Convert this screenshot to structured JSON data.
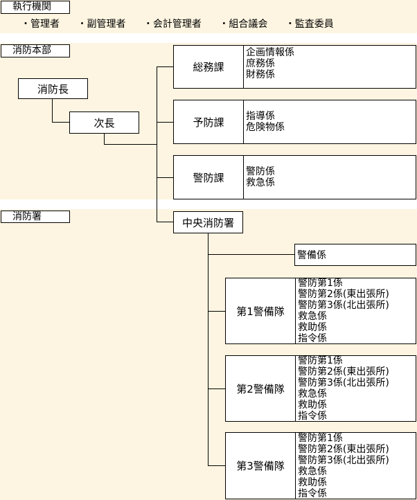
{
  "exec": {
    "title": "執行機関",
    "members": [
      "・管理者",
      "・副管理者",
      "・会計管理者",
      "・組合議会",
      "・監査委員"
    ]
  },
  "hq": {
    "title": "消防本部",
    "chief": "消防長",
    "deputy": "次長",
    "divisions": [
      {
        "name": "総務課",
        "items": [
          "企画情報係",
          "庶務係",
          "財務係"
        ]
      },
      {
        "name": "予防課",
        "items": [
          "指導係",
          "危険物係"
        ]
      },
      {
        "name": "警防課",
        "items": [
          "警防係",
          "救急係"
        ]
      }
    ]
  },
  "station": {
    "title": "消防署",
    "name": "中央消防署",
    "direct": "警備係",
    "teams": [
      {
        "name": "第1警備隊",
        "items": [
          "警防第1係",
          "警防第2係(東出張所)",
          "警防第3係(北出張所)",
          "救急係",
          "救助係",
          "指令係"
        ]
      },
      {
        "name": "第2警備隊",
        "items": [
          "警防第1係",
          "警防第2係(東出張所)",
          "警防第3係(北出張所)",
          "救急係",
          "救助係",
          "指令係"
        ]
      },
      {
        "name": "第3警備隊",
        "items": [
          "警防第1係",
          "警防第2係(東出張所)",
          "警防第3係(北出張所)",
          "救急係",
          "救助係",
          "指令係"
        ]
      }
    ]
  }
}
